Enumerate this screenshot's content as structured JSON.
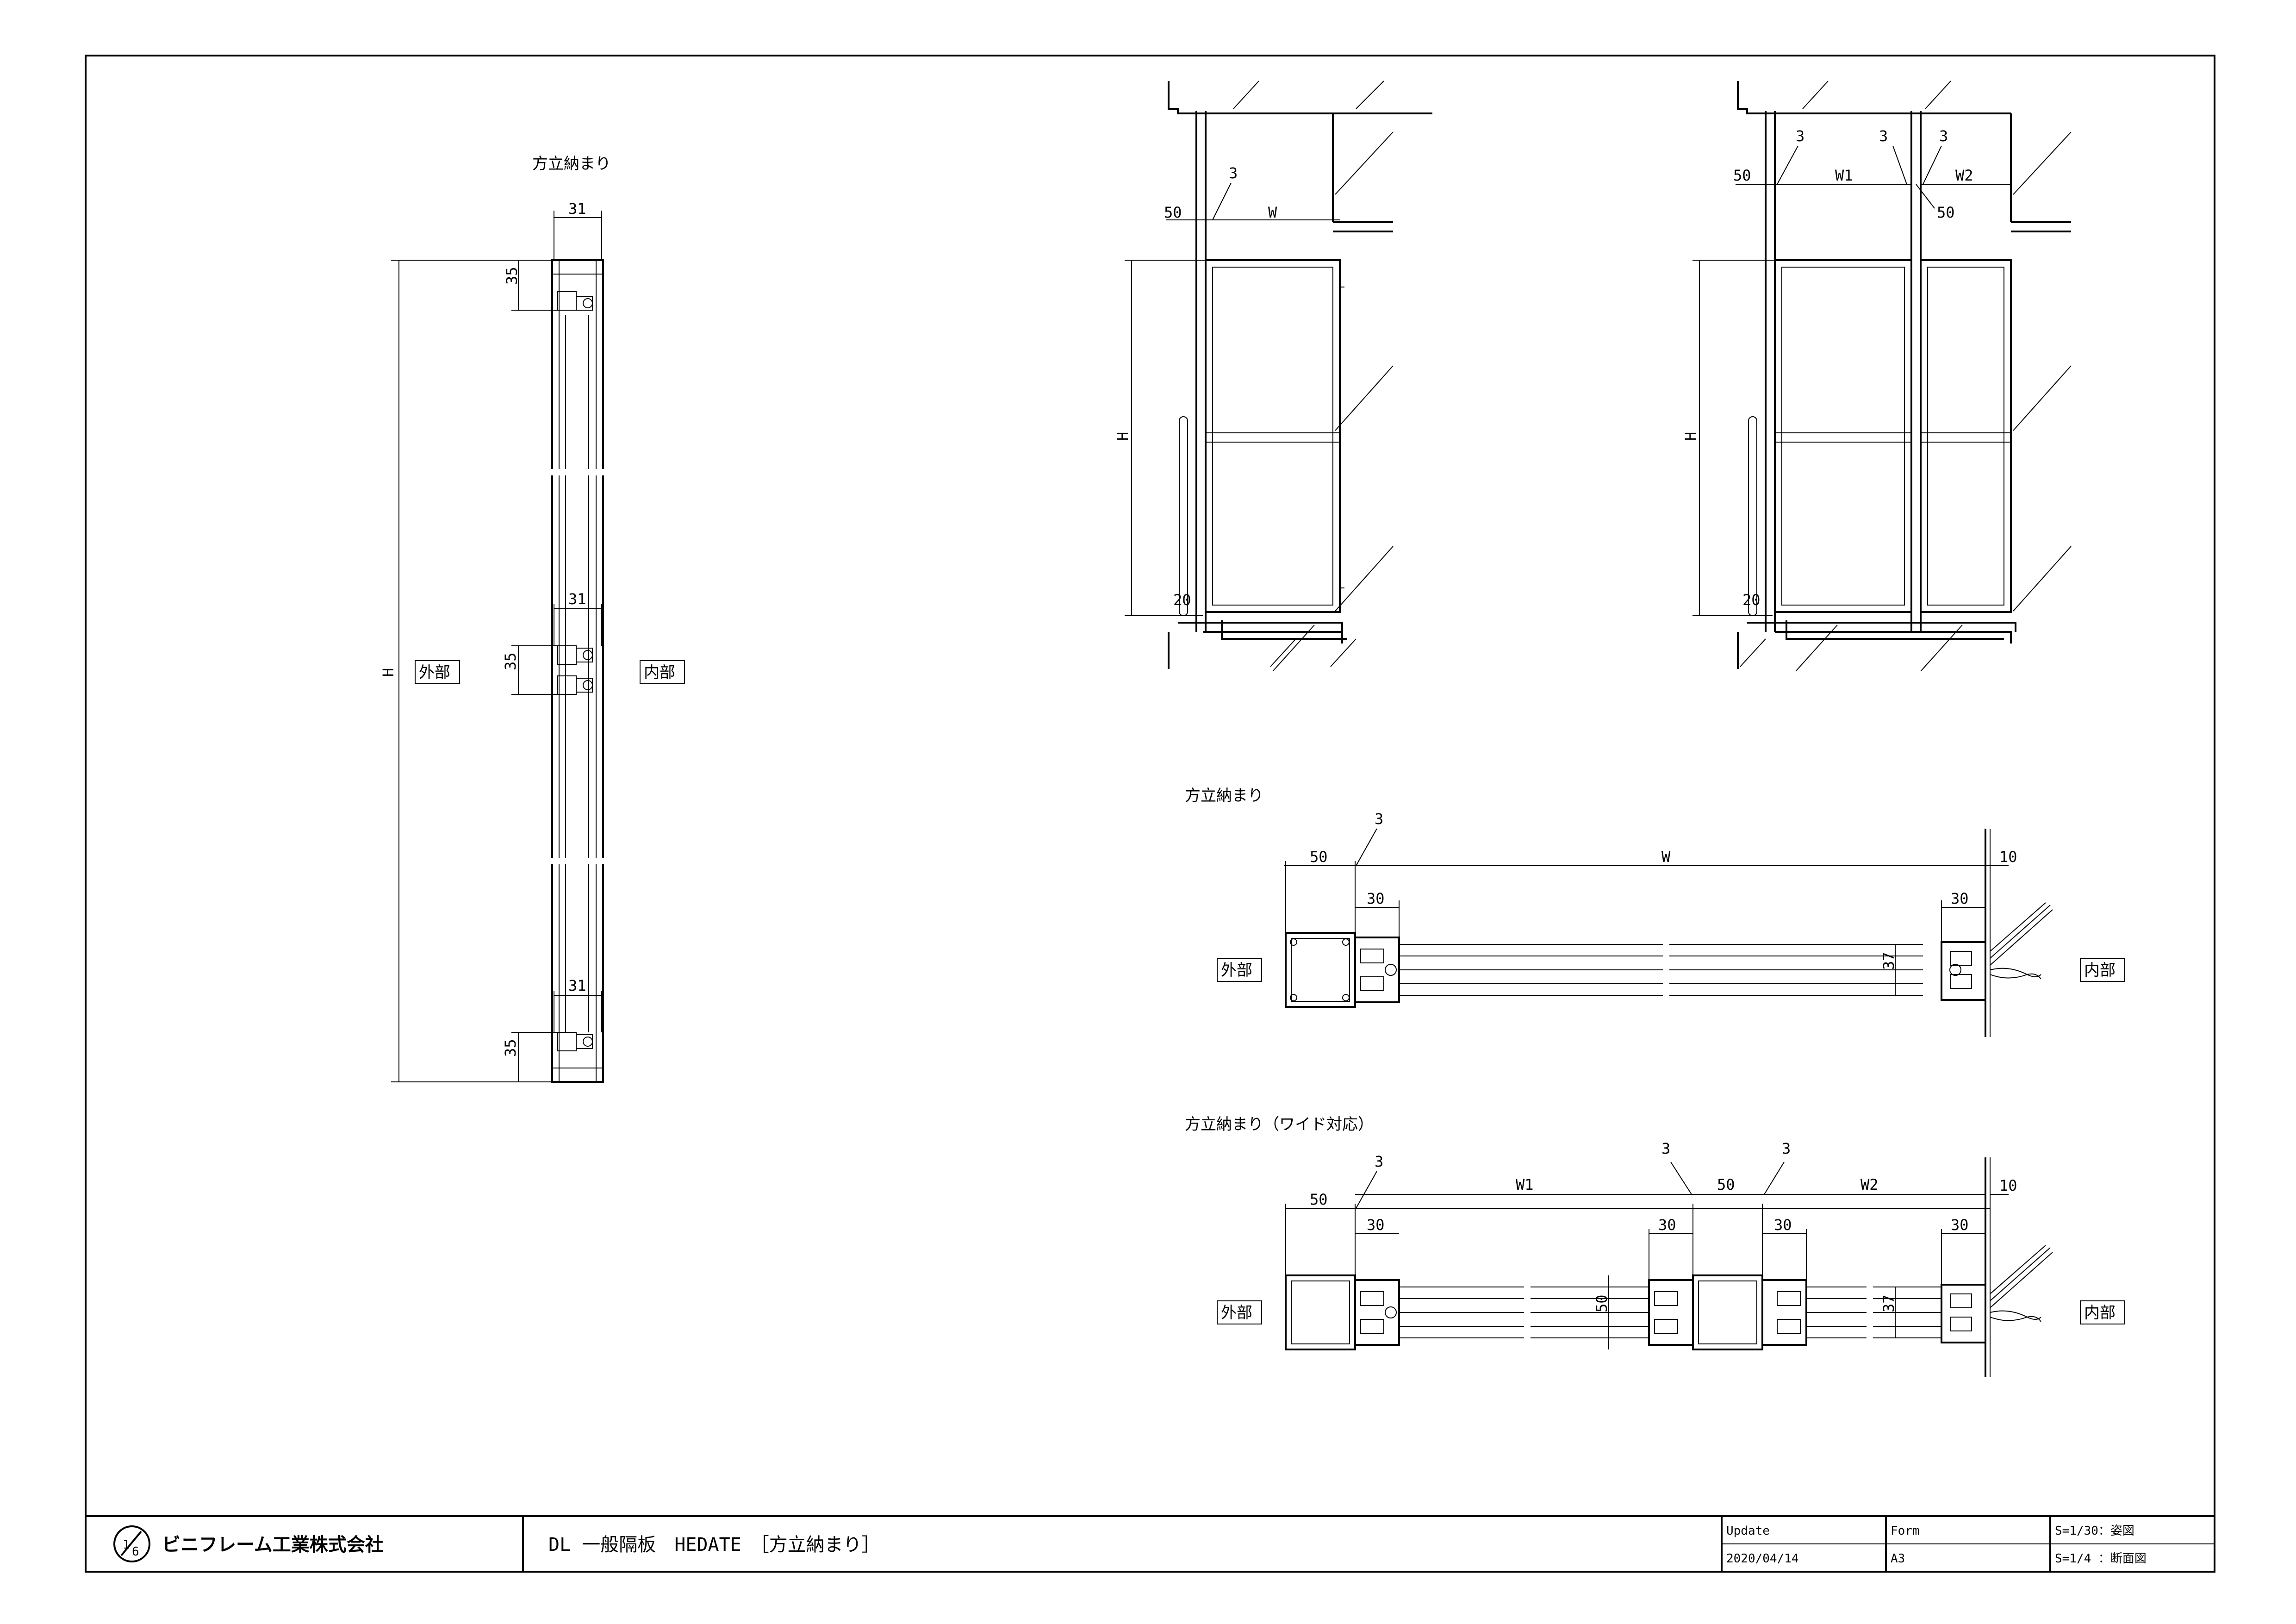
{
  "headings": {
    "section_left": "方立納まり",
    "plan_single": "方立納まり",
    "plan_wide": "方立納まり（ワイド対応）"
  },
  "labels": {
    "exterior": "外部",
    "interior": "内部"
  },
  "dims": {
    "h": "H",
    "w": "W",
    "w1": "W1",
    "w2": "W2",
    "d31": "31",
    "d35": "35",
    "d3": "3",
    "d50": "50",
    "d20": "20",
    "d30": "30",
    "d10": "10",
    "d37": "37"
  },
  "title_block": {
    "company": "ビニフレーム工業株式会社",
    "drawing_title": "DL 一般隔板　HEDATE　［方立納まり］",
    "update_label": "Update",
    "update_date": "2020/04/14",
    "form_label": "Form",
    "form_value": "A3",
    "scale_elevation": "S=1/30：姿図",
    "scale_section": "S=1/4 ：断面図"
  }
}
